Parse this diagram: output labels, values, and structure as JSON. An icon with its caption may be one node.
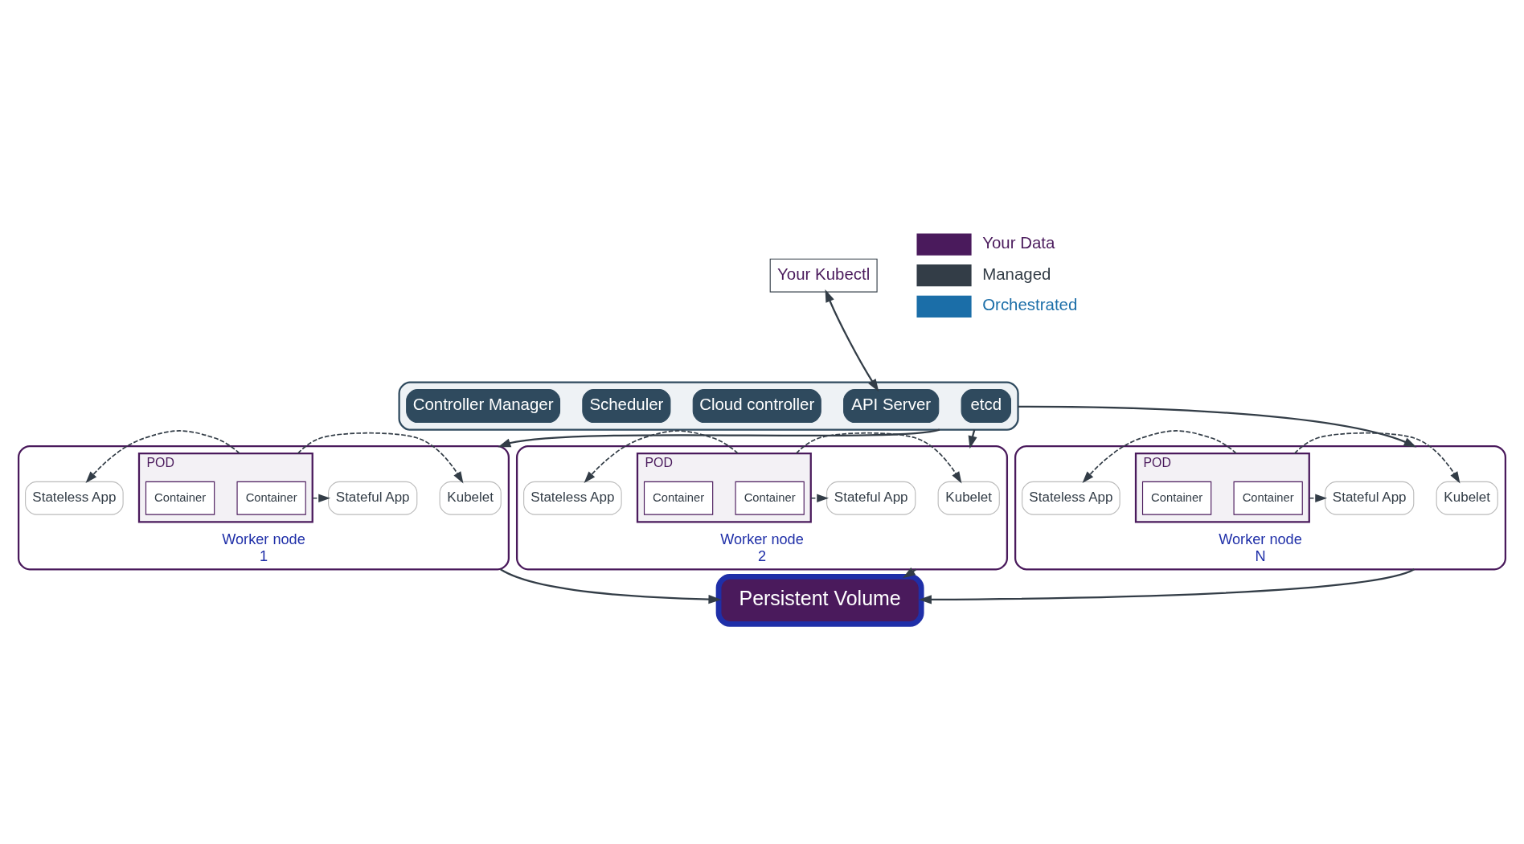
{
  "diagram": {
    "nodes": [
      {
        "text": [
          "Your Kubectl"
        ]
      },
      {
        "text": [],
        "shape": "box"
      },
      {
        "text": [
          "etcd"
        ],
        "in": 1
      },
      {
        "text": [
          "API Server"
        ],
        "in": 1
      },
      {
        "text": [
          "Cloud controller"
        ],
        "in": 1
      },
      {
        "text": [
          "Scheduler"
        ],
        "in": 1
      },
      {
        "text": [
          "Controller Manager"
        ],
        "in": 1
      },
      {
        "text": [
          "Worker node"
        ],
        "beside": [
          "1"
        ]
      },
      {
        "text": [
          "Kubelet"
        ],
        "in": 7
      },
      {
        "text": [
          "Stateless App"
        ],
        "in": 7
      },
      {
        "text": [
          "Stateful App"
        ],
        "in": 7
      },
      {
        "text": [
          "POD"
        ],
        "in": 7
      },
      {
        "text": [
          "Container"
        ],
        "in": 11
      },
      {
        "text": [
          "Container"
        ],
        "in": 11
      },
      {
        "text": [
          "Worker node"
        ],
        "beside": [
          "2"
        ]
      },
      {
        "text": [
          "Kubelet"
        ],
        "in": 14
      },
      {
        "text": [
          "Stateless App"
        ],
        "in": 14
      },
      {
        "text": [
          "Stateful App"
        ],
        "in": 14
      },
      {
        "text": [
          "POD"
        ],
        "in": 14
      },
      {
        "text": [
          "Container"
        ],
        "in": 18
      },
      {
        "text": [
          "Container"
        ],
        "in": 18
      },
      {
        "text": [
          "Worker node"
        ],
        "beside": [
          "N"
        ]
      },
      {
        "text": [
          "Kubelet"
        ],
        "in": 21
      },
      {
        "text": [
          "Stateless App"
        ],
        "in": 21
      },
      {
        "text": [
          "Stateful App"
        ],
        "in": 21
      },
      {
        "text": [
          "POD"
        ],
        "in": 21
      },
      {
        "text": [
          "Container"
        ],
        "in": 25
      },
      {
        "text": [
          "Container"
        ],
        "in": 25
      },
      {
        "text": [
          "Persistent Volume"
        ]
      }
    ],
    "edges": [
      {
        "from": 0,
        "to": 3,
        "arrow": "both"
      },
      {
        "from": 1,
        "to": 7,
        "arrow": "to"
      },
      {
        "from": 1,
        "to": 14,
        "arrow": "to"
      },
      {
        "from": 1,
        "to": 21,
        "arrow": "to"
      },
      {
        "from": 11,
        "to": 8,
        "arrow": "to",
        "style": "dashed"
      },
      {
        "from": 11,
        "to": 9,
        "arrow": "to",
        "style": "dashed"
      },
      {
        "from": 11,
        "to": 10,
        "arrow": "to",
        "style": "dashed"
      },
      {
        "from": 18,
        "to": 15,
        "arrow": "to",
        "style": "dashed"
      },
      {
        "from": 18,
        "to": 16,
        "arrow": "to",
        "style": "dashed"
      },
      {
        "from": 18,
        "to": 17,
        "arrow": "to",
        "style": "dashed"
      },
      {
        "from": 25,
        "to": 22,
        "arrow": "to",
        "style": "dashed"
      },
      {
        "from": 25,
        "to": 23,
        "arrow": "to",
        "style": "dashed"
      },
      {
        "from": 25,
        "to": 24,
        "arrow": "to",
        "style": "dashed"
      },
      {
        "from": 7,
        "to": 28,
        "arrow": "to"
      },
      {
        "from": 14,
        "to": 28,
        "arrow": "to"
      },
      {
        "from": 21,
        "to": 28,
        "arrow": "to"
      }
    ],
    "legend": [
      {
        "text": "Your Data",
        "color": "#4a1a5c"
      },
      {
        "text": "Managed",
        "color": "#333d47"
      },
      {
        "text": "Orchestrated",
        "color": "#1b6ea8"
      }
    ]
  }
}
